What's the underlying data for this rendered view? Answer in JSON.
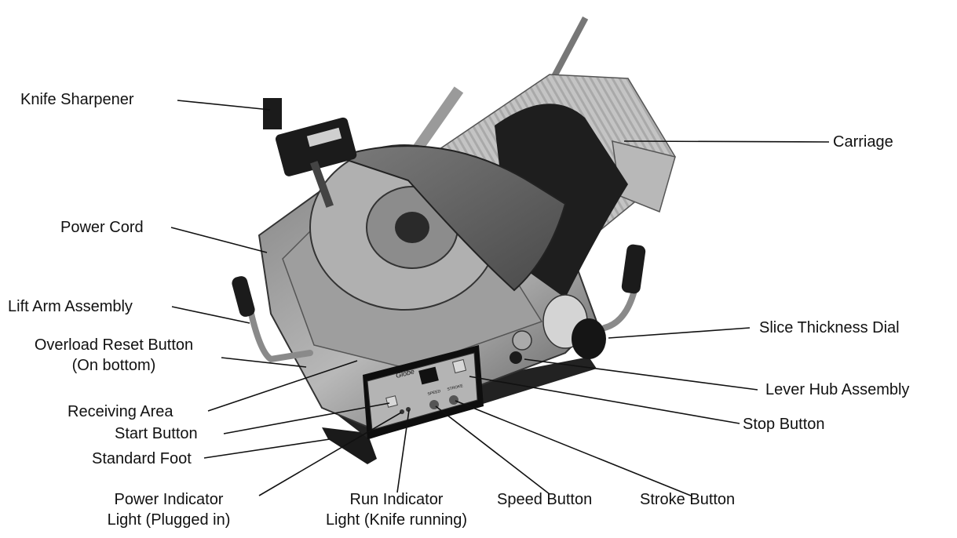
{
  "labels": {
    "knife_sharpener": "Knife Sharpener",
    "carriage": "Carriage",
    "power_cord": "Power Cord",
    "lift_arm_assembly": "Lift Arm Assembly",
    "overload_reset_line1": "Overload Reset Button",
    "overload_reset_line2": "(On bottom)",
    "slice_thickness_dial": "Slice Thickness Dial",
    "lever_hub_assembly": "Lever Hub Assembly",
    "receiving_area": "Receiving Area",
    "start_button": "Start Button",
    "stop_button": "Stop Button",
    "standard_foot": "Standard Foot",
    "power_indicator_line1": "Power Indicator",
    "power_indicator_line2": "Light (Plugged in)",
    "run_indicator_line1": "Run Indicator",
    "run_indicator_line2": "Light (Knife running)",
    "speed_button": "Speed Button",
    "stroke_button": "Stroke Button"
  },
  "panel": {
    "brand": "Globe",
    "speed": "SPEED",
    "stroke": "STROKE"
  }
}
